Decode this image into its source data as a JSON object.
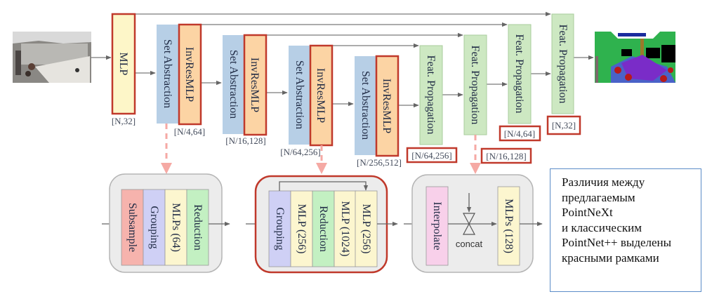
{
  "colors": {
    "set_abstraction": "#b7cfe6",
    "invresmlp": "#fcd4a4",
    "mlp": "#fdf6c8",
    "feat_propagation": "#cde8c2",
    "highlight_border": "#c0392b",
    "subsample": "#f6b3ad",
    "grouping": "#cfd0f5",
    "mlps": "#fcf6cf",
    "reduction": "#c3f0c2",
    "interpolate": "#f8d0ea",
    "panel_bg": "#ececec",
    "note_border": "#5b8cc8",
    "dashed_arrow": "#f5a9a4"
  },
  "images": {
    "input": "input-point-cloud-room",
    "output": "segmented-room-output"
  },
  "encoder": {
    "stem": {
      "label": "MLP",
      "shape": "[N,32]",
      "highlighted": true
    },
    "stages": [
      {
        "sa_label": "Set Abstraction",
        "inv_label": "InvResMLP",
        "shape": "[N/4,64]"
      },
      {
        "sa_label": "Set Abstraction",
        "inv_label": "InvResMLP",
        "shape": "[N/16,128]"
      },
      {
        "sa_label": "Set Abstraction",
        "inv_label": "InvResMLP",
        "shape": "[N/64,256]"
      },
      {
        "sa_label": "Set Abstraction",
        "inv_label": "InvResMLP",
        "shape": "[N/256,512]"
      }
    ]
  },
  "decoder": {
    "stages": [
      {
        "label": "Feat. Propagation",
        "shape": "[N/64,256]"
      },
      {
        "label": "Feat. Propagation",
        "shape": "[N/16,128]"
      },
      {
        "label": "Feat. Propagation",
        "shape": "[N/4,64]"
      },
      {
        "label": "Feat. Propagation",
        "shape": "[N,32]"
      }
    ]
  },
  "details": {
    "set_abstraction": {
      "blocks": [
        "Subsample",
        "Grouping",
        "MLPs (64)",
        "Reduction"
      ]
    },
    "invresmlp": {
      "blocks": [
        "Grouping",
        "MLP (256)",
        "Reduction",
        "MLP (1024)",
        "MLP (256)"
      ]
    },
    "feat_propagation": {
      "blocks": [
        "Interpolate",
        "MLPs (128)"
      ],
      "concat_label": "concat"
    }
  },
  "note": {
    "lines": [
      "Различия между",
      "предлагаемым",
      "PointNeXt",
      "и классическим",
      "PointNet++ выделены",
      "красными рамками"
    ]
  }
}
